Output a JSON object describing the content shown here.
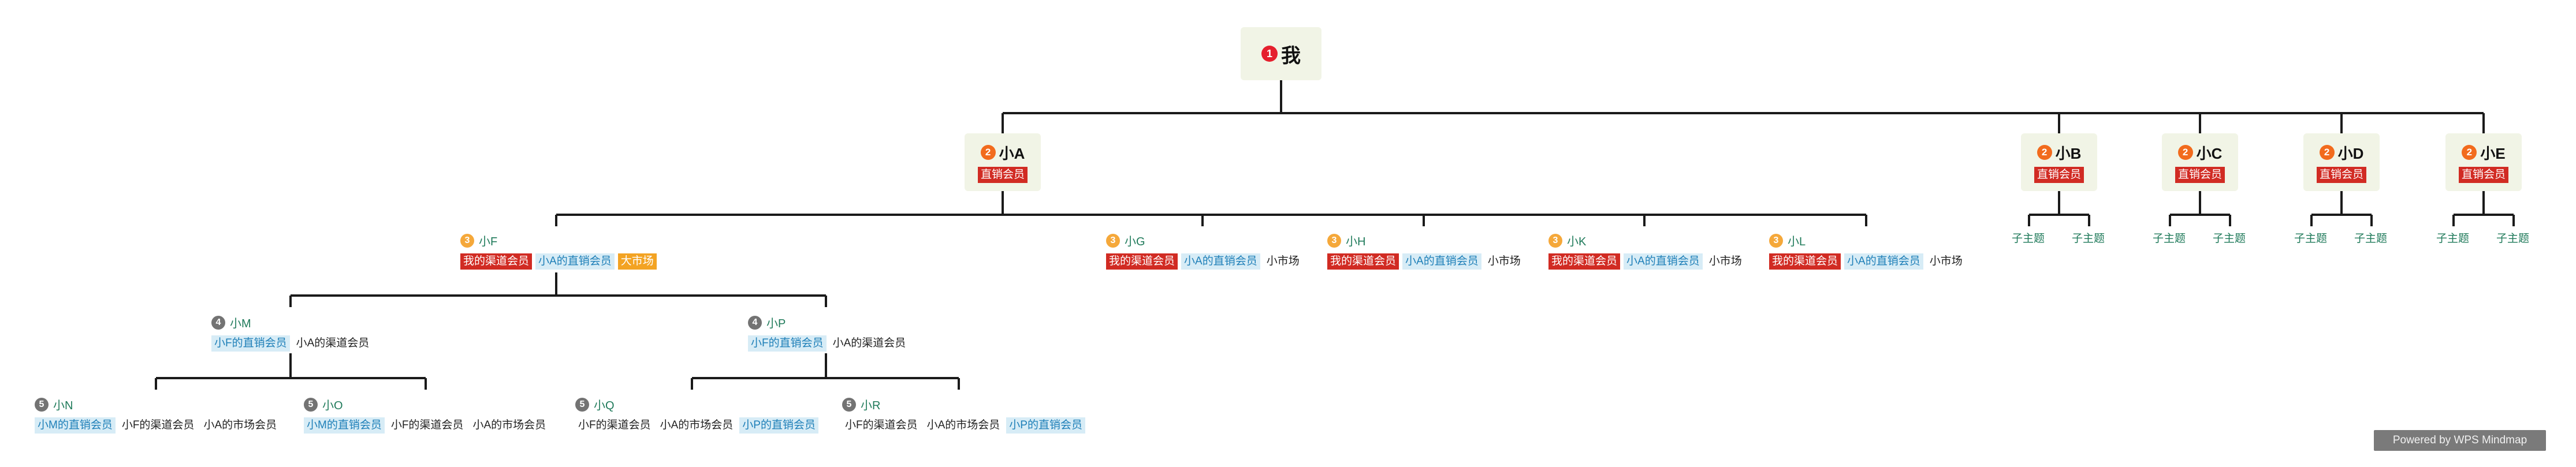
{
  "colors": {
    "line": "#1a1a1a",
    "level1": "#e5202e",
    "level2": "#f26b1d",
    "level3": "#f5a83a",
    "level4": "#737373",
    "level5": "#737373",
    "tag_red": "#d12b23",
    "tag_blue_bg": "#d7ecf6",
    "tag_orange": "#f3a323",
    "leaf_text": "#1f7a5a"
  },
  "root": {
    "num": "1",
    "name": "我"
  },
  "level2": [
    {
      "id": "A",
      "num": "2",
      "name": "小A",
      "tag": "直销会员"
    },
    {
      "id": "B",
      "num": "2",
      "name": "小B",
      "tag": "直销会员",
      "children": [
        "子主题",
        "子主题"
      ]
    },
    {
      "id": "C",
      "num": "2",
      "name": "小C",
      "tag": "直销会员",
      "children": [
        "子主题",
        "子主题"
      ]
    },
    {
      "id": "D",
      "num": "2",
      "name": "小D",
      "tag": "直销会员",
      "children": [
        "子主题",
        "子主题"
      ]
    },
    {
      "id": "E",
      "num": "2",
      "name": "小E",
      "tag": "直销会员",
      "children": [
        "子主题",
        "子主题"
      ]
    }
  ],
  "level3": [
    {
      "id": "F",
      "num": "3",
      "name": "小F",
      "tags": [
        {
          "text": "我的渠道会员",
          "style": "red"
        },
        {
          "text": "小A的直销会员",
          "style": "blue"
        },
        {
          "text": "大市场",
          "style": "orange"
        }
      ]
    },
    {
      "id": "G",
      "num": "3",
      "name": "小G",
      "tags": [
        {
          "text": "我的渠道会员",
          "style": "red"
        },
        {
          "text": "小A的直销会员",
          "style": "blue"
        },
        {
          "text": "小市场",
          "style": "plain"
        }
      ]
    },
    {
      "id": "H",
      "num": "3",
      "name": "小H",
      "tags": [
        {
          "text": "我的渠道会员",
          "style": "red"
        },
        {
          "text": "小A的直销会员",
          "style": "blue"
        },
        {
          "text": "小市场",
          "style": "plain"
        }
      ]
    },
    {
      "id": "K",
      "num": "3",
      "name": "小K",
      "tags": [
        {
          "text": "我的渠道会员",
          "style": "red"
        },
        {
          "text": "小A的直销会员",
          "style": "blue"
        },
        {
          "text": "小市场",
          "style": "plain"
        }
      ]
    },
    {
      "id": "L",
      "num": "3",
      "name": "小L",
      "tags": [
        {
          "text": "我的渠道会员",
          "style": "red"
        },
        {
          "text": "小A的直销会员",
          "style": "blue"
        },
        {
          "text": "小市场",
          "style": "plain"
        }
      ]
    }
  ],
  "level4": [
    {
      "id": "M",
      "num": "4",
      "name": "小M",
      "tags": [
        {
          "text": "小F的直销会员",
          "style": "blue"
        },
        {
          "text": "小A的渠道会员",
          "style": "plain"
        }
      ]
    },
    {
      "id": "P",
      "num": "4",
      "name": "小P",
      "tags": [
        {
          "text": "小F的直销会员",
          "style": "blue"
        },
        {
          "text": "小A的渠道会员",
          "style": "plain"
        }
      ]
    }
  ],
  "level5": [
    {
      "id": "N",
      "num": "5",
      "name": "小N",
      "tags": [
        {
          "text": "小M的直销会员",
          "style": "blue"
        },
        {
          "text": "小F的渠道会员",
          "style": "plain"
        },
        {
          "text": "小A的市场会员",
          "style": "plain"
        }
      ]
    },
    {
      "id": "O",
      "num": "5",
      "name": "小O",
      "tags": [
        {
          "text": "小M的直销会员",
          "style": "blue"
        },
        {
          "text": "小F的渠道会员",
          "style": "plain"
        },
        {
          "text": "小A的市场会员",
          "style": "plain"
        }
      ]
    },
    {
      "id": "Q",
      "num": "5",
      "name": "小Q",
      "tags": [
        {
          "text": "小F的渠道会员",
          "style": "plain"
        },
        {
          "text": "小A的市场会员",
          "style": "plain"
        },
        {
          "text": "小P的直销会员",
          "style": "blue"
        }
      ]
    },
    {
      "id": "R",
      "num": "5",
      "name": "小R",
      "tags": [
        {
          "text": "小F的渠道会员",
          "style": "plain"
        },
        {
          "text": "小A的市场会员",
          "style": "plain"
        },
        {
          "text": "小P的直销会员",
          "style": "blue"
        }
      ]
    }
  ],
  "watermark": "Powered by WPS Mindmap"
}
